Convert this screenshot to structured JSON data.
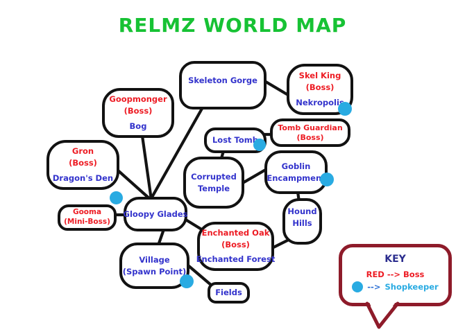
{
  "title": "RELMZ WORLD MAP",
  "palette": {
    "title_green": "#17c234",
    "place_name_blue": "#3333cc",
    "boss_red": "#ed1c24",
    "shopkeeper_dot_blue": "#29abe2",
    "outline_black": "#121212",
    "key_border_maroon": "#8e1b2a",
    "key_title_navy": "#2b2d8e"
  },
  "nodes": {
    "skeleton_gorge": {
      "line1": "Skeleton Gorge"
    },
    "skel_king": {
      "line1": "Skel King",
      "line2": "(Boss)",
      "line3": "Nekropolis"
    },
    "goopmonger": {
      "line1": "Goopmonger",
      "line2": "(Boss)",
      "line3": "Bog"
    },
    "lost_tomb": {
      "line1": "Lost Tomb"
    },
    "tomb_guardian": {
      "line1": "Tomb Guardian",
      "line2": "(Boss)"
    },
    "gron": {
      "line1": "Gron",
      "line2": "(Boss)",
      "line3": "Dragon's Den"
    },
    "corrupted_temple": {
      "line1": "Corrupted",
      "line2": "Temple"
    },
    "goblin_encampment": {
      "line1": "Goblin",
      "line2": "Encampment"
    },
    "gooma": {
      "line1": "Gooma",
      "line2": "(Mini-Boss)"
    },
    "gloopy_glades": {
      "line1": "Gloopy Glades"
    },
    "hound_hills": {
      "line1": "Hound",
      "line2": "Hills"
    },
    "enchanted_oak": {
      "line1": "Enchanted Oak",
      "line2": "(Boss)",
      "line3": "Enchanted Forest"
    },
    "village": {
      "line1": "Village",
      "line2": "(Spawn Point)"
    },
    "fields": {
      "line1": "Fields"
    }
  },
  "key": {
    "title": "KEY",
    "boss_label": "RED --> Boss",
    "shopkeeper_arrow": "-->",
    "shopkeeper_label": "Shopkeeper"
  }
}
